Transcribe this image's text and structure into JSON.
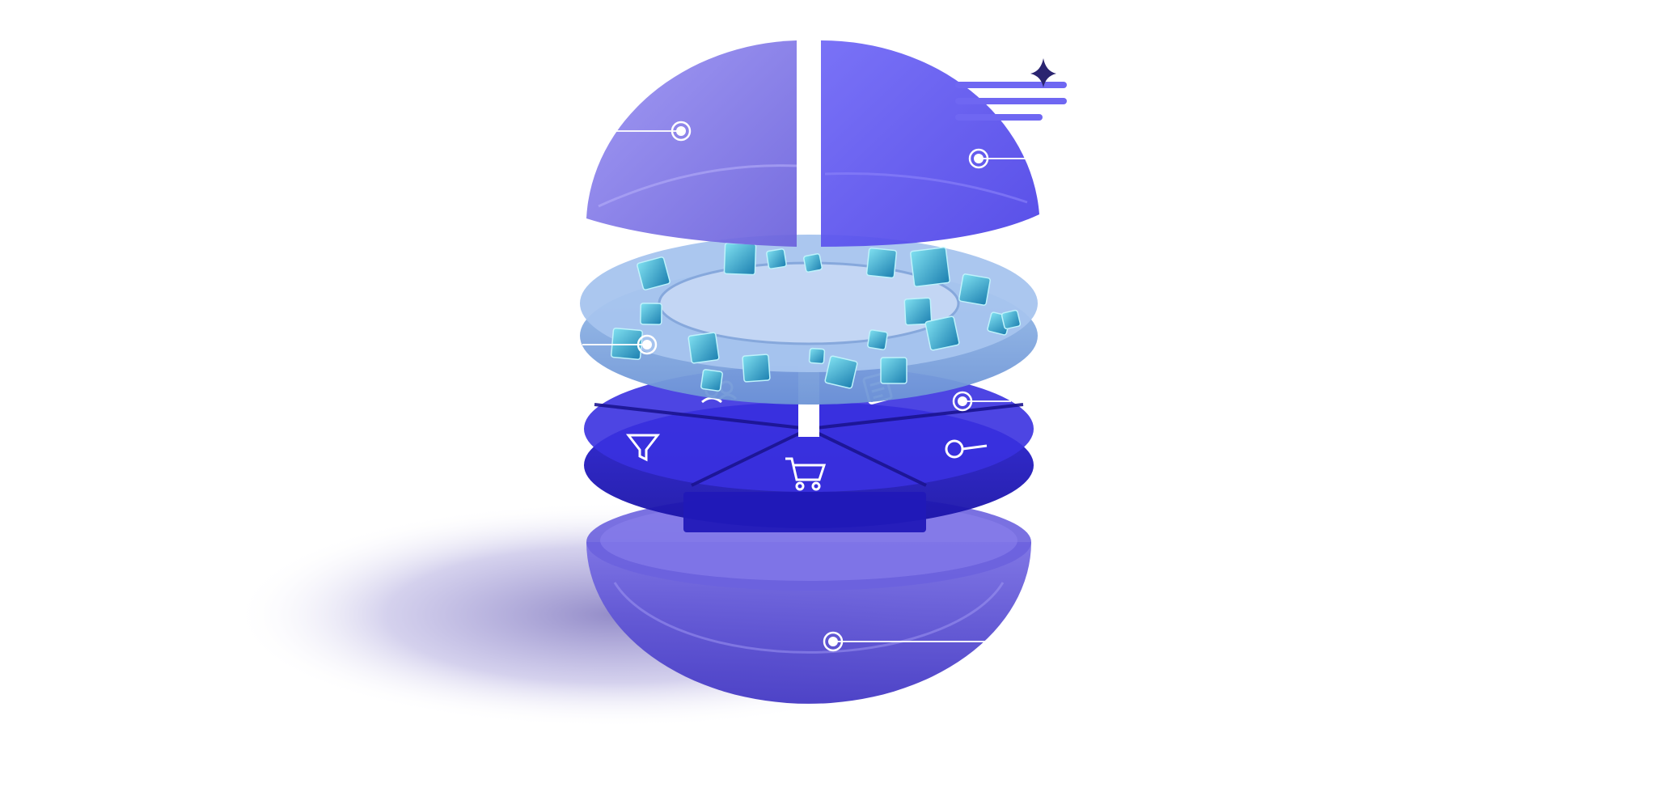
{
  "diagram": {
    "layers": [
      {
        "id": "top-dome",
        "halves": 2
      },
      {
        "id": "data-ring",
        "cube_count": 20
      },
      {
        "id": "module-tray",
        "segments": 5,
        "icons": [
          "people-icon",
          "document-icon",
          "funnel-icon",
          "shopping-cart-icon",
          "key-icon"
        ]
      },
      {
        "id": "base-bowl"
      }
    ],
    "callouts": 5,
    "decorations": [
      "sparkle-icon",
      "text-lines-graphic"
    ]
  },
  "colors": {
    "dome_left": "#7c72e6",
    "dome_right": "#5a52f0",
    "ring": "#8fb4e8",
    "cube": "#3fb7d6",
    "tray": "#2a22c8",
    "bowl": "#5a4fd8",
    "shadow": "#3c2f9c",
    "accent_lines": "#6f67f2",
    "sparkle": "#2a2470",
    "callout": "#ffffff"
  }
}
